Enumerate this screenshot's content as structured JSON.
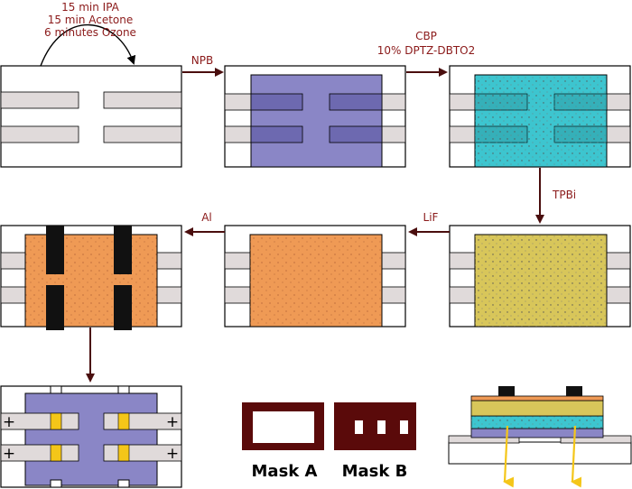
{
  "labels": {
    "cleaning_line1": "15 min IPA",
    "cleaning_line2": "15 min Acetone",
    "cleaning_line3": "6 minutes Ozone",
    "npb": "NPB",
    "cbp_line1": "CBP",
    "cbp_line2": "10% DPTZ-DBTO2",
    "tpbi": "TPBi",
    "lif": "LiF",
    "al": "Al",
    "mask_a": "Mask A",
    "mask_b": "Mask B",
    "plus": "+"
  },
  "colors": {
    "label": "#8b1a1a",
    "arrow": "#4a0e0e",
    "itoStrip": "#e0dada",
    "npbLayer": "#8a86c6",
    "cbpLayer": "#3dc5cf",
    "tpbiLayer": "#d8c65a",
    "lifLayer": "#ef9a55",
    "aluminum": "#111111",
    "mask": "#5a0a0a",
    "pixel": "#f4c619",
    "lightOutput": "#f4c619"
  }
}
